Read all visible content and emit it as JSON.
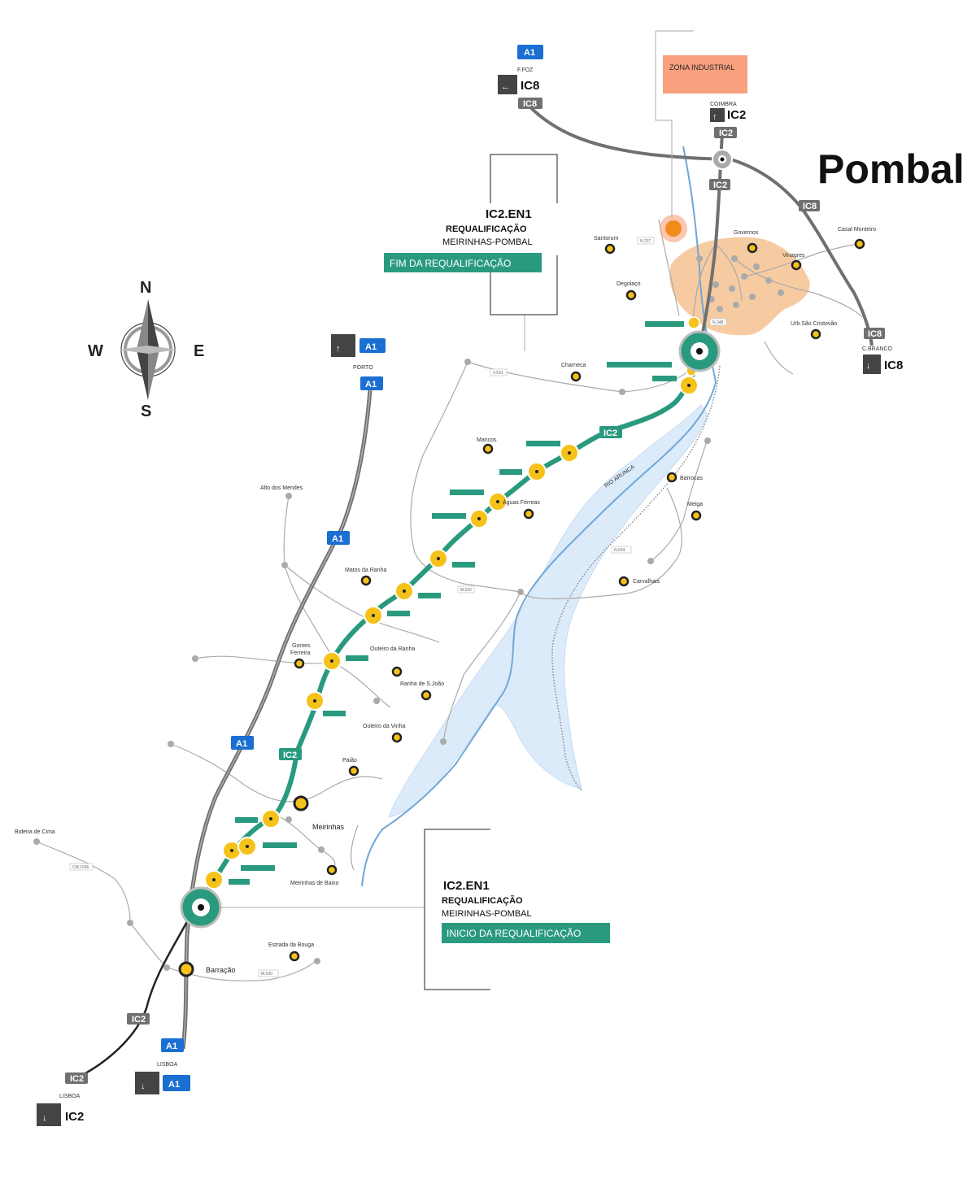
{
  "title": "Pombal",
  "zona_industrial": "ZONA INDUSTRIAL",
  "compass": {
    "n": "N",
    "s": "S",
    "e": "E",
    "w": "W"
  },
  "info_top": {
    "title": "IC2.EN1",
    "sub1": "REQUALIFICAÇÃO",
    "sub2": "MEIRINHAS-POMBAL",
    "button": "FIM DA REQUALIFICAÇÃO"
  },
  "info_bottom": {
    "title": "IC2.EN1",
    "sub1": "REQUALIFICAÇÃO",
    "sub2": "MEIRINHAS-POMBAL",
    "button": "INICIO DA REQUALIFICAÇÃO"
  },
  "signs": {
    "a1": "A1",
    "ic2": "IC2",
    "ic8": "IC8",
    "ffoz": "F.FOZ",
    "coimbra": "COIMBRA",
    "porto": "PORTO",
    "cbranco": "C.BRANCO",
    "lisboa_a1": "LISBOA",
    "lisboa_ic2": "LISBOA"
  },
  "river": "RIO ARUNCA",
  "places": {
    "meirinhas": "Meirinhas",
    "barracao": "Barração",
    "santorum": "Santorum",
    "degolaco": "Degolaço",
    "governos": "Governos",
    "casal_monteiro": "Casal Monteiro",
    "vinagres": "Vinagres",
    "urb_sao_cristovao": "Urb.São Cristovão",
    "charneca": "Charneca",
    "mancos": "Mancos",
    "aguas_ferreas": "Águas Férreas",
    "barrocas": "Barrocas",
    "meiga": "Meiga",
    "carvalhais": "Carvalhais",
    "alto_dos_mendes": "Alto dos Mendes",
    "matos_da_ranha": "Matos da Ranha",
    "gomes_ferreira_1": "Gomes",
    "gomes_ferreira_2": "Ferreira",
    "outeiro_da_ranha": "Outeiro da Ranha",
    "ranha_de_s_joao": "Ranha de S.João",
    "outeiro_da_vinha": "Outeiro da Vinha",
    "paiao": "Paião",
    "bideira_de_cima": "Bideira de Cima",
    "meirinhas_de_baixo": "Meirinhas de Baixo",
    "estrada_da_bouga": "Estrada da Bouga"
  },
  "road_codes": {
    "n237": "N.237",
    "n348": "N.348",
    "v531": "V.531",
    "m1036": "CM.1036",
    "m532": "M.532",
    "n534": "N.534",
    "m530": "M.530"
  },
  "colors": {
    "ic2_green": "#2a9a7f",
    "roundabout_yellow": "#f5c21a",
    "a1_blue": "#1a6fd1",
    "river_fill": "#dcebfa",
    "river_stroke": "#6fa7d8",
    "urban_orange": "#f6c597",
    "zona_box": "#f9a17f"
  }
}
